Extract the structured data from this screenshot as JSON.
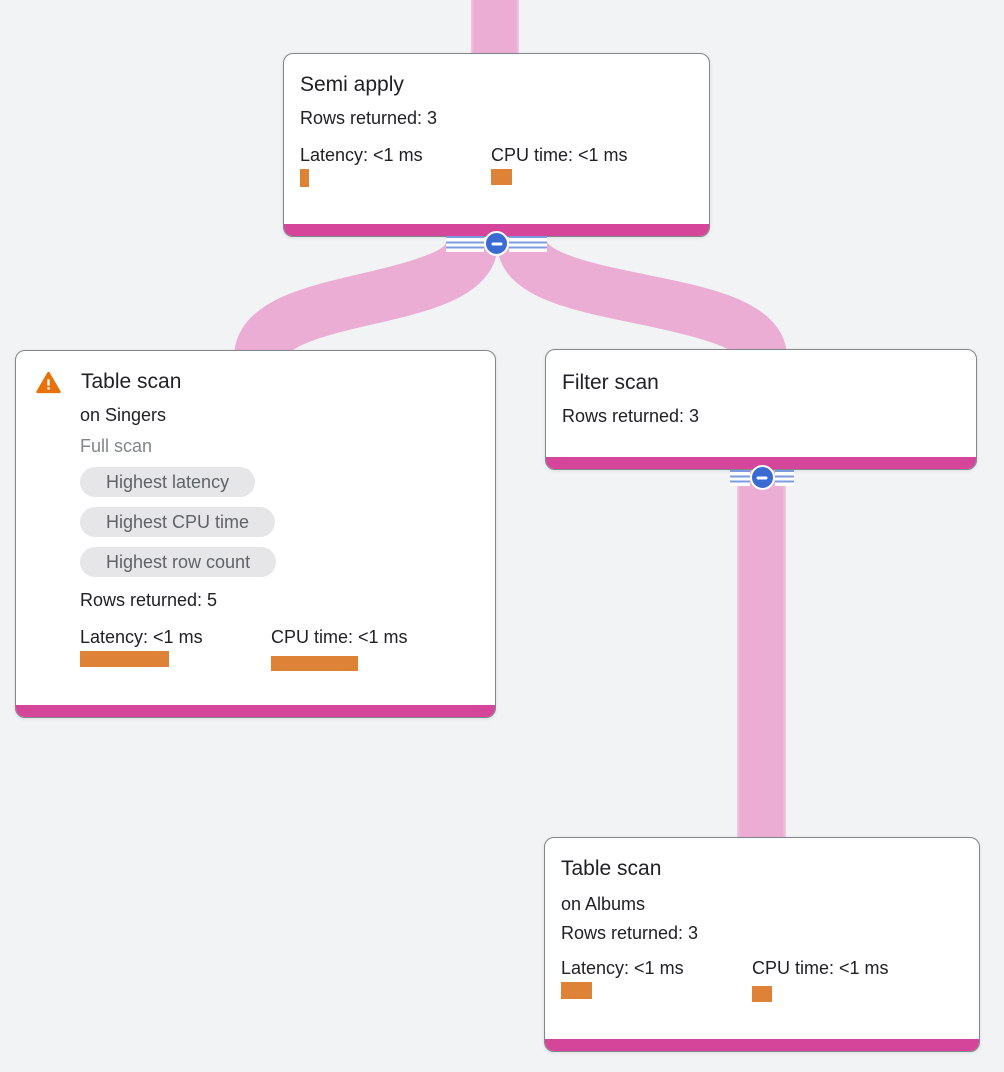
{
  "colors": {
    "background": "#f1f3f4",
    "edge-pink": "#ebadd4",
    "node-bar": "#d5469a",
    "metric-bar": "#dd8236",
    "warning": "#e8710a",
    "chip-bg": "#e6e6e8",
    "chip-text": "#5f6368",
    "text-primary": "#202124",
    "text-secondary": "#80868b",
    "button-blue": "#3a6bd3",
    "card-border": "#80868b"
  },
  "nodes": {
    "semi_apply": {
      "title": "Semi apply",
      "rows_returned": "Rows returned: 3",
      "latency_label": "Latency: <1 ms",
      "cpu_label": "CPU time: <1 ms"
    },
    "table_scan_singers": {
      "title": "Table scan",
      "subtitle": "on Singers",
      "scan_type": "Full scan",
      "badges": [
        "Highest latency",
        "Highest CPU time",
        "Highest row count"
      ],
      "rows_returned": "Rows returned: 5",
      "latency_label": "Latency: <1 ms",
      "cpu_label": "CPU time: <1 ms"
    },
    "filter_scan": {
      "title": "Filter scan",
      "rows_returned": "Rows returned: 3"
    },
    "table_scan_albums": {
      "title": "Table scan",
      "subtitle": "on Albums",
      "rows_returned": "Rows returned: 3",
      "latency_label": "Latency: <1 ms",
      "cpu_label": "CPU time: <1 ms"
    }
  }
}
